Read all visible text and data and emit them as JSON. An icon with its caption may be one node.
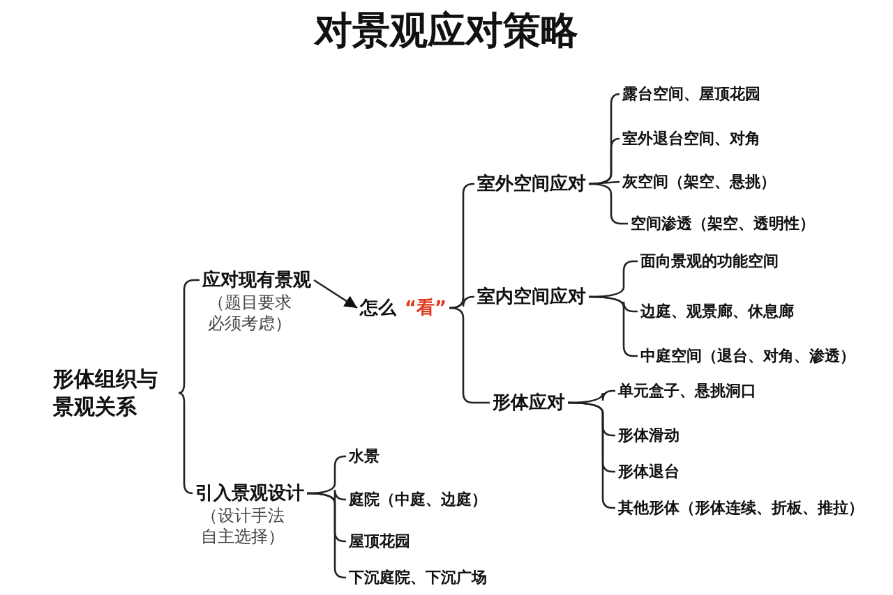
{
  "diagram": {
    "title": "对景观应对策略",
    "nodes": [
      {
        "text": [
          "形体组织与景观关系"
        ]
      },
      {
        "text": [
          "应对现有景观",
          "（题目要求必须考虑）"
        ]
      },
      {
        "text": [
          "引入景观设计",
          "（设计手法自主选择）"
        ]
      },
      {
        "text": [
          "怎么",
          "“看”"
        ]
      },
      {
        "text": [
          "室外空间应对"
        ]
      },
      {
        "text": [
          "室内空间应对"
        ]
      },
      {
        "text": [
          "形体应对"
        ]
      },
      {
        "text": [
          "露台空间、屋顶花园"
        ]
      },
      {
        "text": [
          "室外退台空间、对角"
        ]
      },
      {
        "text": [
          "灰空间（架空、悬挑）"
        ]
      },
      {
        "text": [
          "空间渗透（架空、透明性）"
        ]
      },
      {
        "text": [
          "面向景观的功能空间"
        ]
      },
      {
        "text": [
          "边庭、观景廊、休息廊"
        ]
      },
      {
        "text": [
          "中庭空间（退台、对角、渗透）"
        ]
      },
      {
        "text": [
          "单元盒子、悬挑洞口"
        ]
      },
      {
        "text": [
          "形体滑动"
        ]
      },
      {
        "text": [
          "形体退台"
        ]
      },
      {
        "text": [
          "其他形体（形体连续、折板、推拉）"
        ]
      },
      {
        "text": [
          "水景"
        ]
      },
      {
        "text": [
          "庭院（中庭、边庭）"
        ]
      },
      {
        "text": [
          "屋顶花园"
        ]
      },
      {
        "text": [
          "下沉庭院、下沉广场"
        ]
      }
    ],
    "edges": [
      {
        "from": 0,
        "to": 1,
        "arrow": "none"
      },
      {
        "from": 0,
        "to": 2,
        "arrow": "none"
      },
      {
        "from": 1,
        "to": 3,
        "arrow": "to"
      },
      {
        "from": 3,
        "to": 4,
        "arrow": "none"
      },
      {
        "from": 3,
        "to": 5,
        "arrow": "none"
      },
      {
        "from": 3,
        "to": 6,
        "arrow": "none"
      },
      {
        "from": 4,
        "to": 7,
        "arrow": "none"
      },
      {
        "from": 4,
        "to": 8,
        "arrow": "none"
      },
      {
        "from": 4,
        "to": 9,
        "arrow": "none"
      },
      {
        "from": 4,
        "to": 10,
        "arrow": "none"
      },
      {
        "from": 5,
        "to": 11,
        "arrow": "none"
      },
      {
        "from": 5,
        "to": 12,
        "arrow": "none"
      },
      {
        "from": 5,
        "to": 13,
        "arrow": "none"
      },
      {
        "from": 6,
        "to": 14,
        "arrow": "none"
      },
      {
        "from": 6,
        "to": 15,
        "arrow": "none"
      },
      {
        "from": 6,
        "to": 16,
        "arrow": "none"
      },
      {
        "from": 6,
        "to": 17,
        "arrow": "none"
      },
      {
        "from": 2,
        "to": 18,
        "arrow": "none"
      },
      {
        "from": 2,
        "to": 19,
        "arrow": "none"
      },
      {
        "from": 2,
        "to": 20,
        "arrow": "none"
      },
      {
        "from": 2,
        "to": 21,
        "arrow": "none"
      }
    ]
  }
}
